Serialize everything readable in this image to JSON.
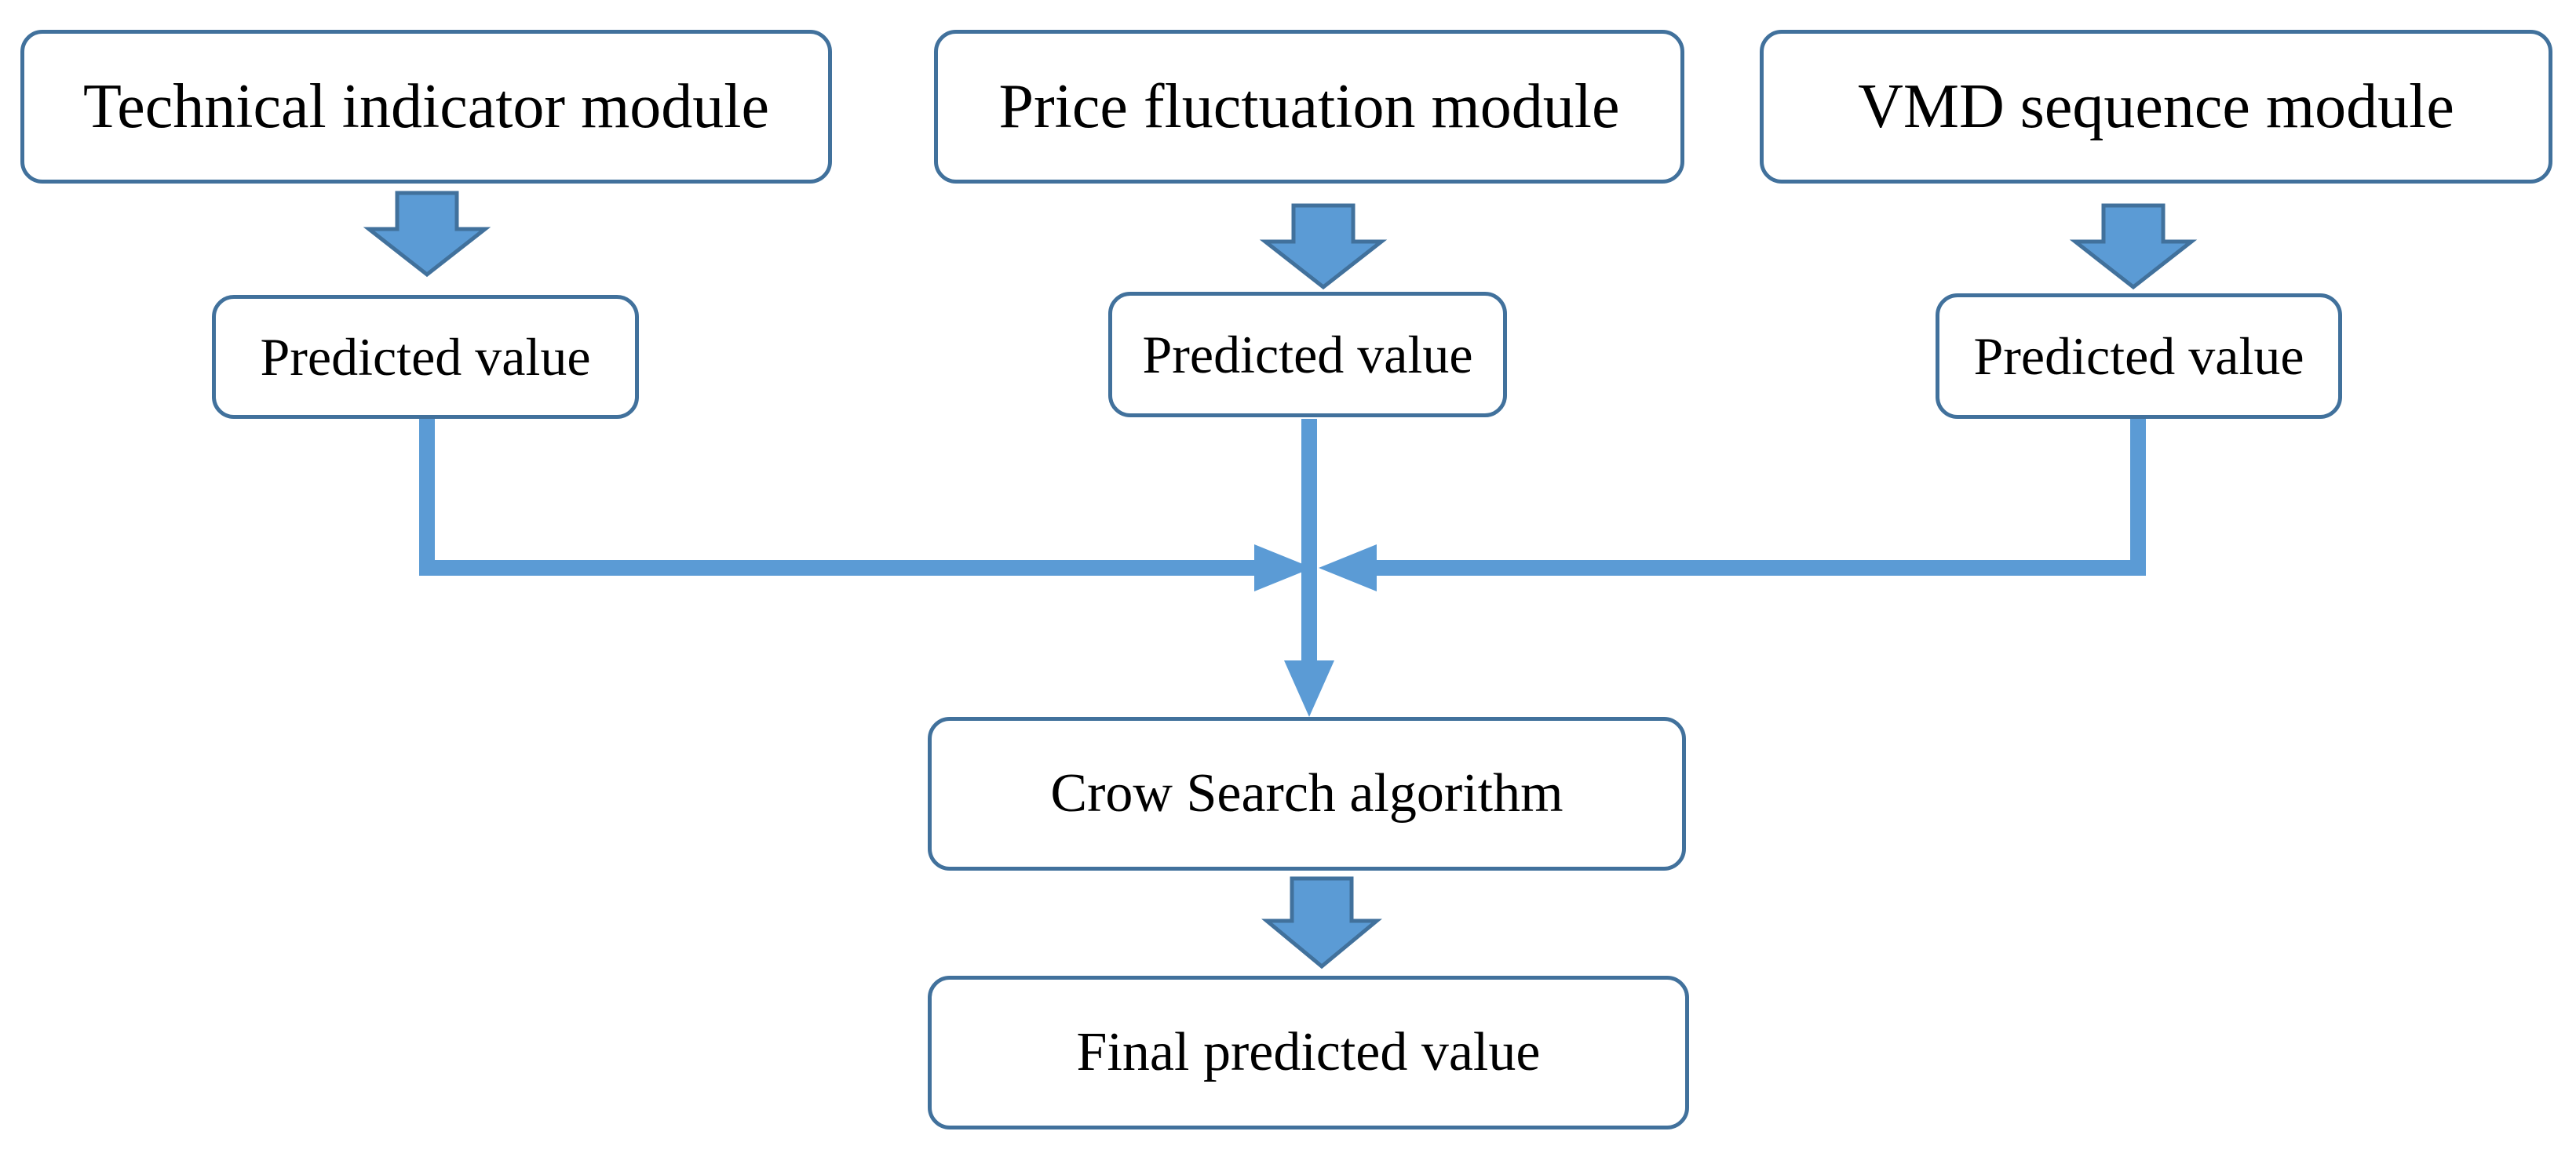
{
  "diagram": {
    "modules": {
      "technical_indicator": "Technical indicator module",
      "price_fluctuation": "Price fluctuation module",
      "vmd_sequence": "VMD sequence module"
    },
    "predictions": {
      "technical_indicator": "Predicted value",
      "price_fluctuation": "Predicted value",
      "vmd_sequence": "Predicted value"
    },
    "combiner": "Crow Search algorithm",
    "output": "Final predicted value",
    "colors": {
      "box_border": "#41719c",
      "arrow_fill": "#5b9bd5",
      "arrow_outline": "#41719c",
      "connector": "#5b9bd5",
      "background": "#ffffff",
      "text": "#000000"
    }
  }
}
